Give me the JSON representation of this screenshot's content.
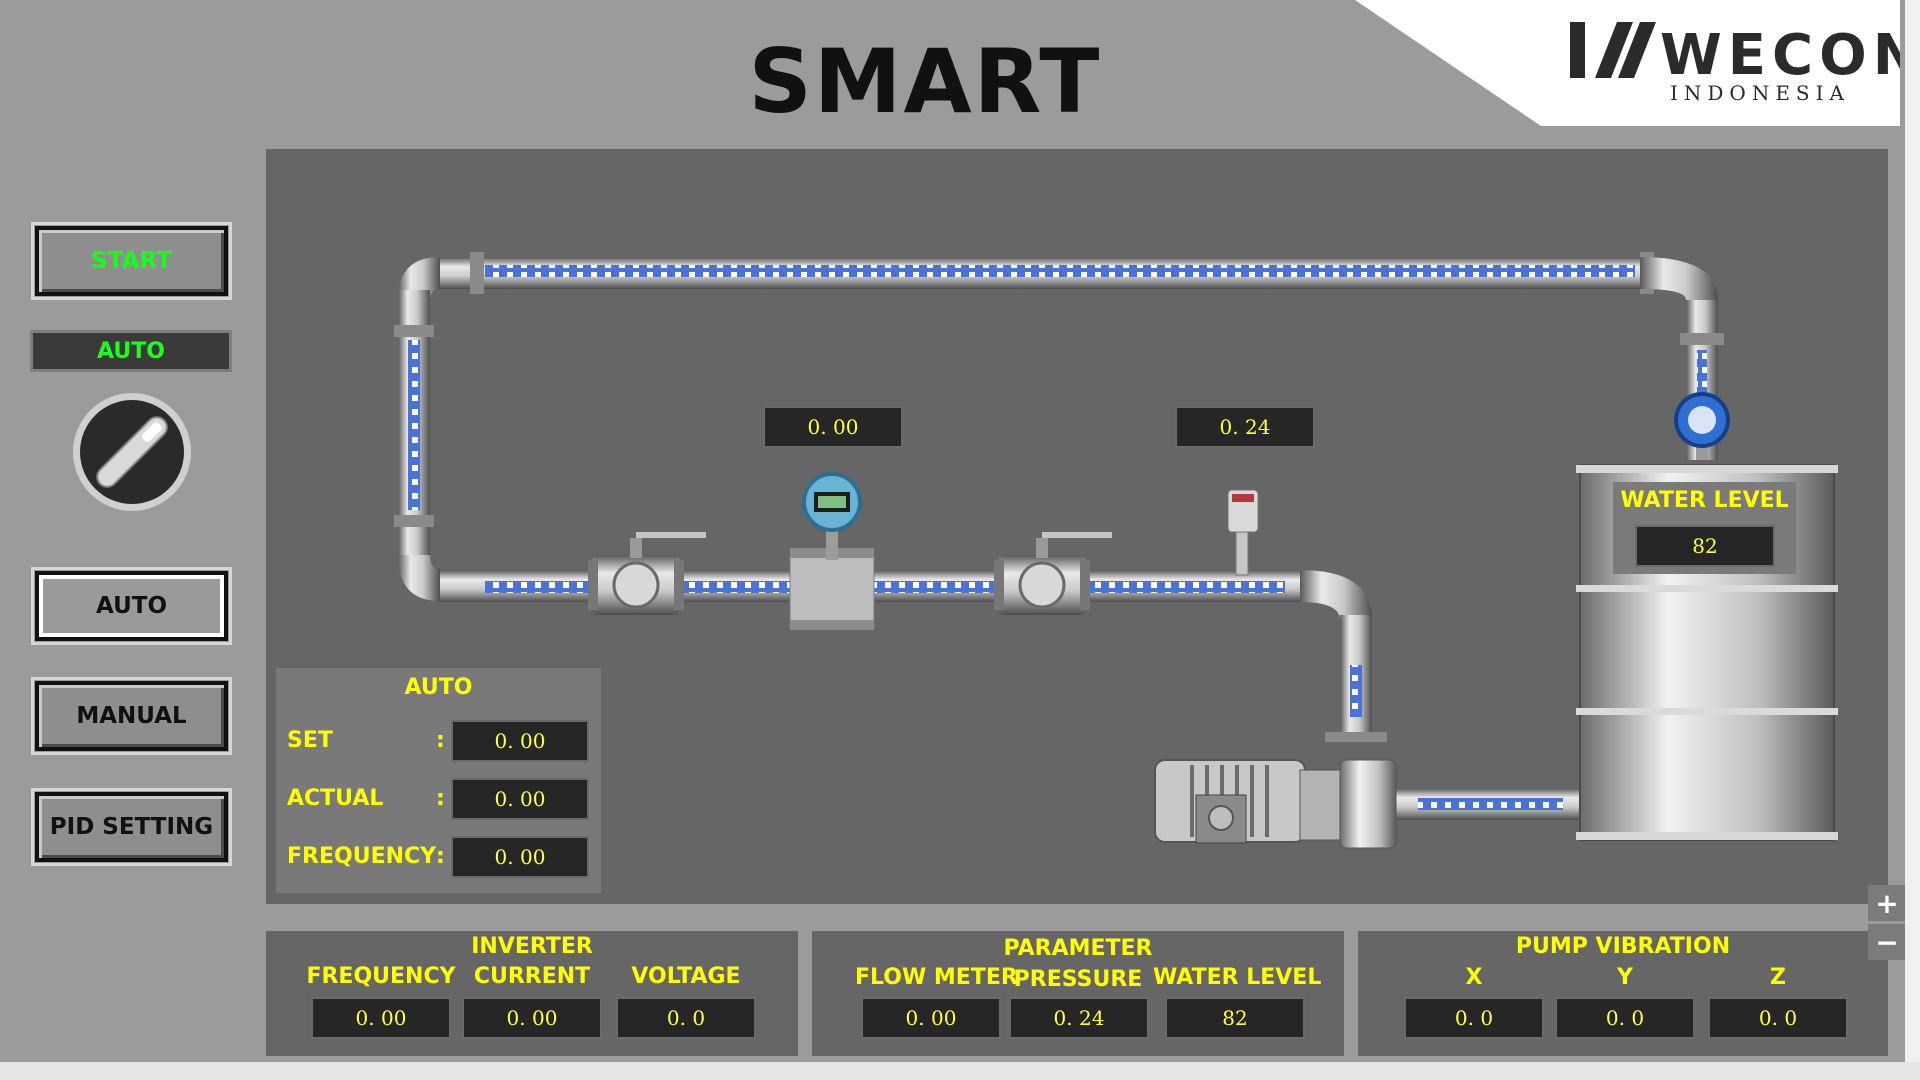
{
  "header": {
    "title": "SMART PUMP",
    "logo_text": "WECON",
    "logo_sub": "INDONESIA"
  },
  "sidebar": {
    "start_label": "START",
    "mode_display": "AUTO",
    "auto_label": "AUTO",
    "manual_label": "MANUAL",
    "pid_label": "PID SETTING"
  },
  "process": {
    "flow_display": "0. 00",
    "pressure_display": "0. 24",
    "water_level_title": "WATER LEVEL",
    "water_level_value": "82"
  },
  "auto_panel": {
    "title": "AUTO",
    "rows": [
      {
        "label": "SET",
        "colon": ":",
        "value": "0. 00"
      },
      {
        "label": "ACTUAL",
        "colon": ":",
        "value": "0. 00"
      },
      {
        "label": "FREQUENCY",
        "colon": ":",
        "value": "0. 00"
      }
    ]
  },
  "inverter": {
    "title": "INVERTER",
    "cols": [
      {
        "label": "FREQUENCY",
        "value": "0. 00"
      },
      {
        "label": "CURRENT",
        "value": "0. 00"
      },
      {
        "label": "VOLTAGE",
        "value": "0. 0"
      }
    ]
  },
  "parameter": {
    "title": "PARAMETER",
    "cols": [
      {
        "label": "FLOW METER",
        "value": "0. 00"
      },
      {
        "label": "PRESSURE",
        "value": "0. 24"
      },
      {
        "label": "WATER LEVEL",
        "value": "82"
      }
    ]
  },
  "vibration": {
    "title": "PUMP VIBRATION",
    "cols": [
      {
        "label": "X",
        "value": "0. 0"
      },
      {
        "label": "Y",
        "value": "0. 0"
      },
      {
        "label": "Z",
        "value": "0. 0"
      }
    ]
  },
  "zoom": {
    "plus": "+",
    "minus": "−"
  },
  "colors": {
    "accent_yellow": "#ffff00",
    "status_green": "#16ff16",
    "panel_gray": "#666666"
  }
}
